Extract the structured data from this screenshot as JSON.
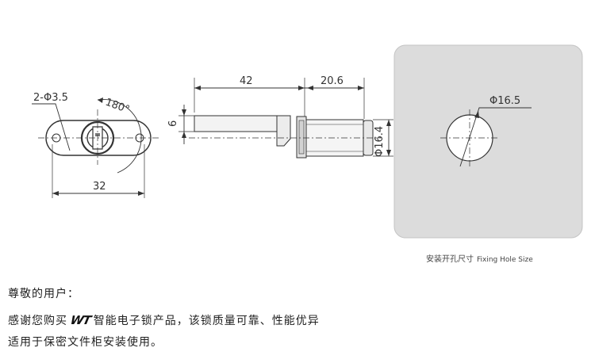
{
  "front_view": {
    "hole_label": "2-Φ3.5",
    "angle_label": "180°",
    "width_label": "32"
  },
  "side_view": {
    "length_label": "42",
    "head_label": "20.6",
    "cam_label": "6",
    "diameter_label": "Φ16.4"
  },
  "fixing_hole": {
    "diameter_label": "Φ16.5",
    "caption_cn": "安装开孔尺寸",
    "caption_en": "Fixing Hole Size"
  },
  "intro": {
    "greeting": "尊敬的用户：",
    "line1_prefix": "感谢您购买",
    "logo": "WT",
    "line1_suffix": "智能电子锁产品，该锁质量可靠、性能优异",
    "line2": "适用于保密文件柜安装使用。"
  }
}
